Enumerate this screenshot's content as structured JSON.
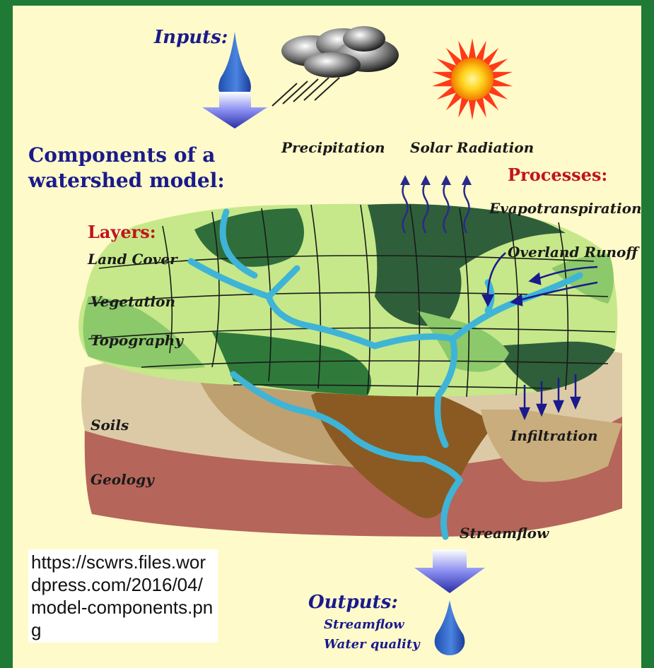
{
  "inputs": {
    "title": "Inputs:",
    "precipitation": "Precipitation",
    "solar_radiation": "Solar Radiation"
  },
  "heading": {
    "line1": "Components of a",
    "line2": "watershed model:"
  },
  "processes": {
    "title": "Processes:",
    "items": [
      "Evapotranspiration",
      "Overland Runoff",
      "Infiltration",
      "Streamflow"
    ]
  },
  "layers": {
    "title": "Layers:",
    "items": [
      "Land Cover",
      "Vegetation",
      "Topography",
      "Soils",
      "Geology"
    ]
  },
  "outputs": {
    "title": "Outputs:",
    "items": [
      "Streamflow",
      "Water quality"
    ]
  },
  "source_url": "https://scwrs.files.wordpress.com/2016/04/model-components.png",
  "colors": {
    "background": "#fefac9",
    "frame": "#1f7a35",
    "light_green": "#c6e88a",
    "mid_green": "#8cc96a",
    "dark_green": "#2f6e3a",
    "river": "#3fb4d6",
    "soil_light": "#d9c5a0",
    "soil_dark": "#8a5a22",
    "geology": "#b5655a",
    "navy": "#1a1a8c",
    "red": "#c0141e"
  },
  "icons": [
    "water-drop-icon",
    "down-arrow-icon",
    "rain-cloud-icon",
    "sun-icon",
    "wavy-up-arrow-icon",
    "down-arrow-icon"
  ]
}
